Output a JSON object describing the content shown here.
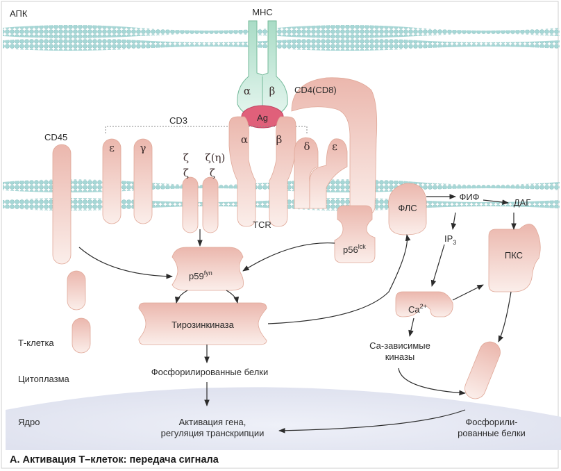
{
  "regions": {
    "apc": "АПК",
    "t_cell": "Т-клетка",
    "cytoplasm": "Цитоплазма",
    "nucleus": "Ядро"
  },
  "molecules": {
    "mhc": "MHC",
    "mhc_alpha": "α",
    "mhc_beta": "β",
    "antigen": "Ag",
    "cd4": "CD4(CD8)",
    "cd3": "CD3",
    "cd45": "CD45",
    "cd3_epsilon_left": "ε",
    "cd3_gamma": "γ",
    "zeta_1": "ζ",
    "zeta_eta": "ζ(η)",
    "zeta_2": "ζ",
    "zeta_3": "ζ",
    "tcr_alpha": "α",
    "tcr_beta": "β",
    "cd3_delta": "δ",
    "cd3_epsilon_right": "ε",
    "tcr": "TCR",
    "p56_base": "p56",
    "p56_sup": "lck",
    "p59_base": "p59",
    "p59_sup": "fyn",
    "tyrosine_kinase": "Тирозинкиназа",
    "plc": "ФЛС",
    "pip": "ФИФ",
    "dag": "ДАГ",
    "ip3_base": "IP",
    "ip3_sub": "3",
    "ca_base": "Ca",
    "ca_sup": "2+",
    "pkc": "ПКС",
    "ca_kinases_line1": "Са-зависимые",
    "ca_kinases_line2": "киназы"
  },
  "outcomes": {
    "phospho_proteins_center": "Фосфорилированные белки",
    "gene_activation_line1": "Активация гена,",
    "gene_activation_line2": "регуляция транскрипции",
    "phospho_proteins_right_line1": "Фосфорили-",
    "phospho_proteins_right_line2": "рованные белки"
  },
  "caption": "А. Активация Т–клеток: передача сигнала",
  "colors": {
    "membrane_dot": "#9fd4d4",
    "molecule_fill": "#f2cfc4",
    "kinase_fill": "#f6d2bb",
    "mhc_fill": "#cdeee2",
    "antigen_fill": "#e0607a",
    "nucleus_fill": "#e6e8f3",
    "arrow": "#2b2b2b"
  }
}
